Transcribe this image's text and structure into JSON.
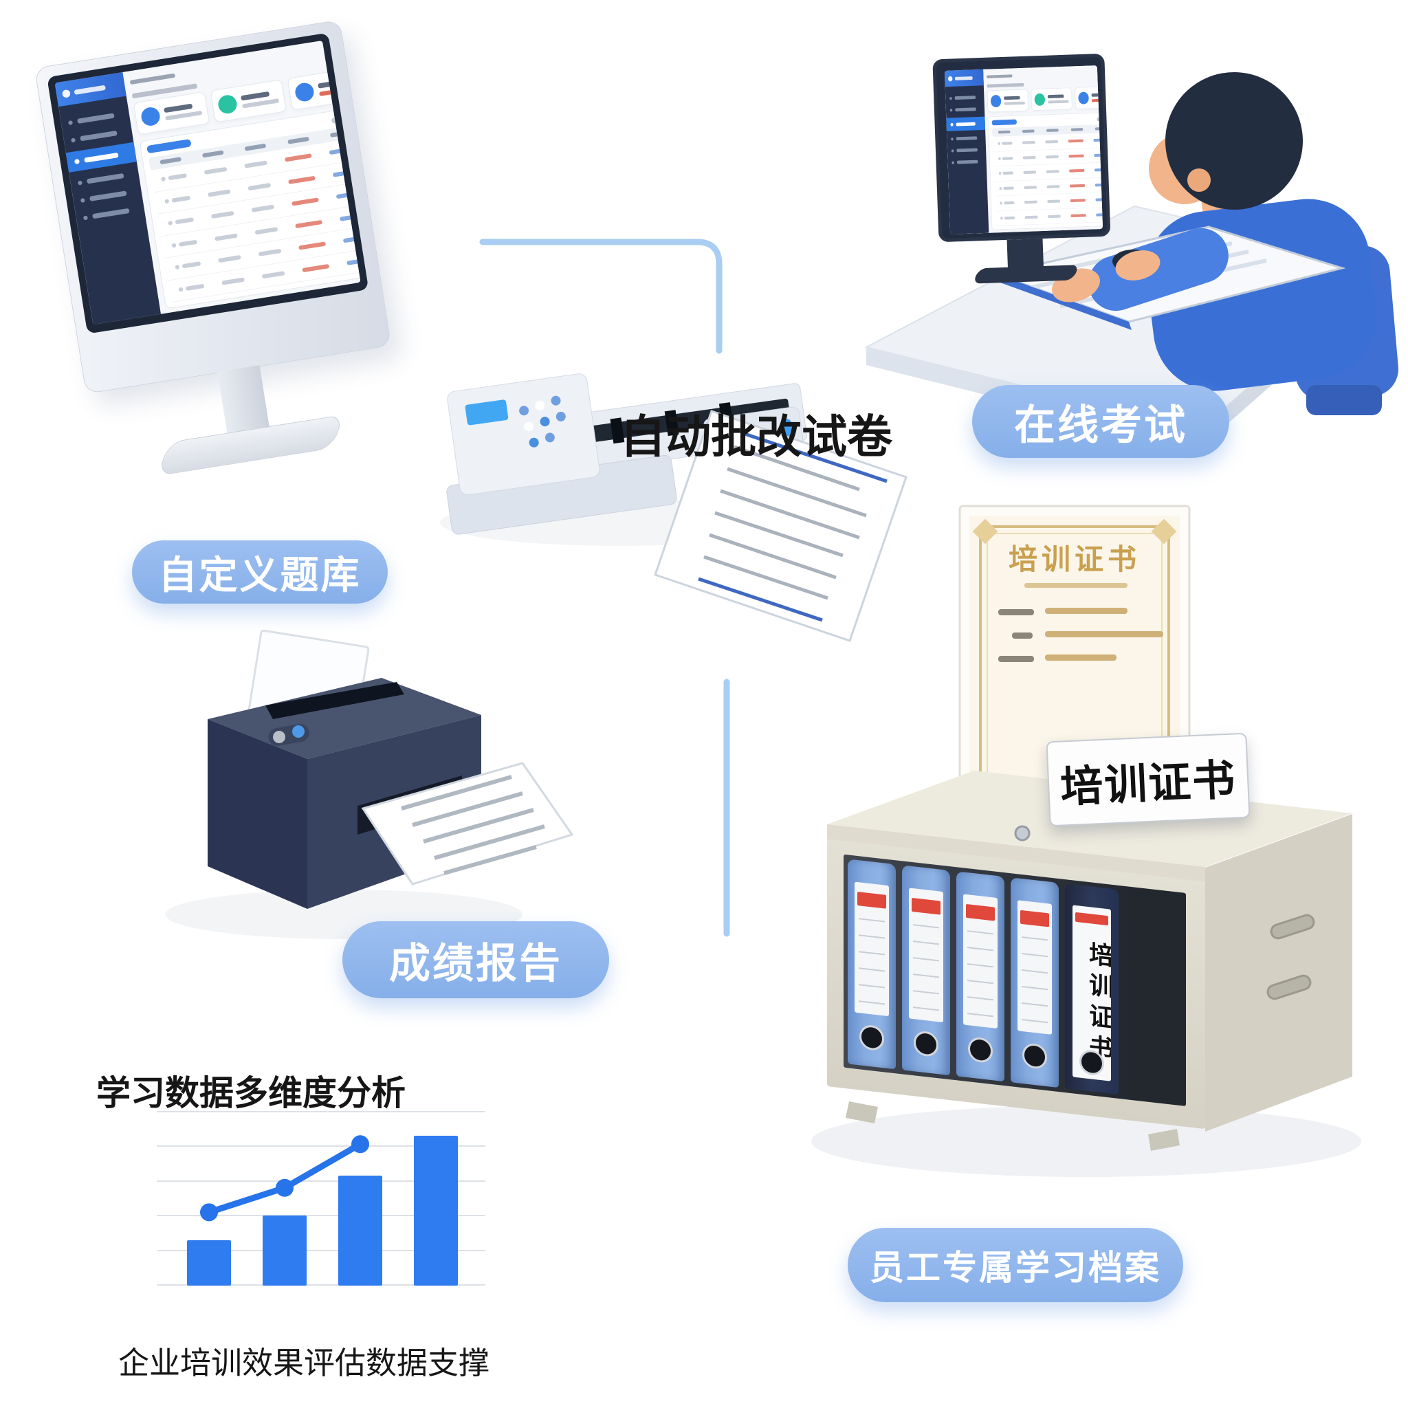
{
  "page": {
    "background": "#ffffff"
  },
  "colors": {
    "pill_bg": "#8db4ec",
    "pill_text": "#ffffff",
    "connector": "#a9cdf2",
    "accent_blue": "#2f7bf0",
    "line_blue": "#2673ea",
    "label_text": "#161616",
    "binder_blue": "#7ba3dc",
    "binder_navy": "#2b3450",
    "binder_stripe_red": "#e0483c",
    "cabinet_beige": "#dcd8cb",
    "certificate_gold": "#c9a050"
  },
  "flow": {
    "center_label": "自动批改试卷",
    "pills": [
      {
        "id": "custom-question-bank",
        "label": "自定义题库"
      },
      {
        "id": "online-exam",
        "label": "在线考试"
      },
      {
        "id": "score-report",
        "label": "成绩报告"
      },
      {
        "id": "employee-learning-archive",
        "label": "员工专属学习档案"
      }
    ]
  },
  "analysis": {
    "title": "学习数据多维度分析",
    "caption": "企业培训效果评估数据支撑"
  },
  "certificate": {
    "title": "培训证书",
    "plaque_label": "培训证书",
    "binder_spine_label": "培训证书"
  },
  "chart_data": {
    "type": "bar-line-combo",
    "title": "学习数据多维度分析",
    "caption": "企业培训效果评估数据支撑",
    "categories": [
      "1",
      "2",
      "3",
      "4"
    ],
    "series": [
      {
        "name": "bars",
        "type": "bar",
        "values_percent": [
          26,
          40,
          63,
          86
        ],
        "color": "#2f7bf0"
      },
      {
        "name": "trend-line",
        "type": "line",
        "values_percent": [
          42,
          56,
          81
        ],
        "color": "#2673ea"
      }
    ],
    "ylim_percent": [
      0,
      100
    ],
    "gridlines": 6,
    "legend": "none",
    "axis_labels": "none",
    "grid": "on"
  }
}
